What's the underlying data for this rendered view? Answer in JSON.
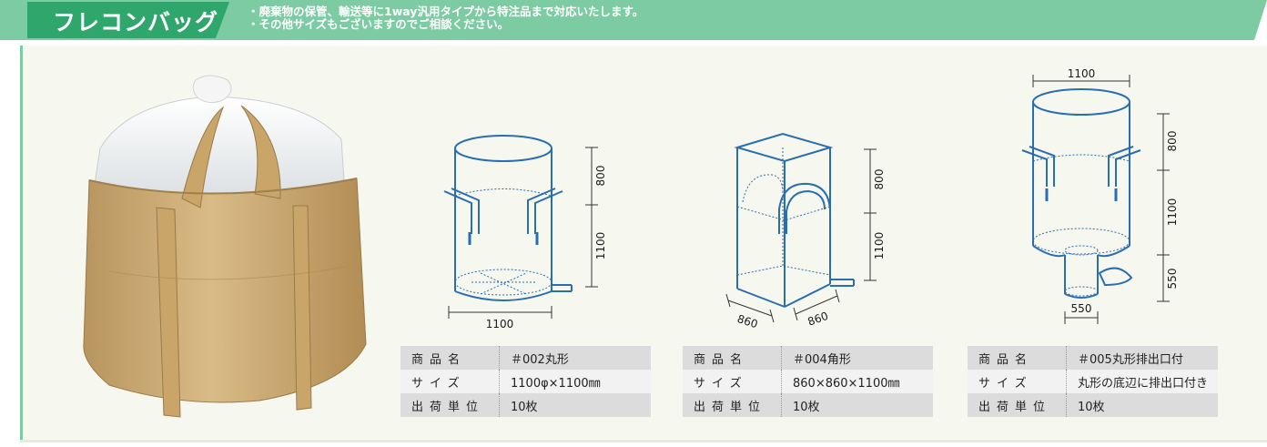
{
  "header": {
    "title": "フレコンバッグ",
    "notes": [
      "・廃棄物の保管、輸送等に1way汎用タイプから特注品まで対応いたします。",
      "・その他サイズもございますのでご相談ください。"
    ],
    "colors": {
      "band": "#7ccba3",
      "title_box": "#2fa76c",
      "text": "#ffffff"
    }
  },
  "products": [
    {
      "diagram_icon": "round-bag-diagram",
      "dimensions": {
        "height_top": "800",
        "height_bottom": "1100",
        "width": "1100"
      },
      "specs": [
        {
          "label": "商品名",
          "value": "＃002丸形"
        },
        {
          "label": "サイズ",
          "value": "1100φ×1100㎜"
        },
        {
          "label": "出荷単位",
          "value": "10枚"
        }
      ]
    },
    {
      "diagram_icon": "square-bag-diagram",
      "dimensions": {
        "height_top": "800",
        "height_bottom": "1100",
        "width_left": "860",
        "width_right": "860"
      },
      "specs": [
        {
          "label": "商品名",
          "value": "＃004角形"
        },
        {
          "label": "サイズ",
          "value": "860×860×1100㎜"
        },
        {
          "label": "出荷単位",
          "value": "10枚"
        }
      ]
    },
    {
      "diagram_icon": "round-bag-with-outlet-diagram",
      "dimensions": {
        "top_width": "1100",
        "height_top": "800",
        "height_mid": "1100",
        "height_bottom": "550",
        "outlet_width": "550"
      },
      "specs": [
        {
          "label": "商品名",
          "value": "＃005丸形排出口付"
        },
        {
          "label": "サイズ",
          "value": "丸形の底辺に排出口付き"
        },
        {
          "label": "出荷単位",
          "value": "10枚"
        }
      ]
    }
  ],
  "photo_icon": "flexible-container-bag-photo",
  "diagram_color": "#2a6db0"
}
